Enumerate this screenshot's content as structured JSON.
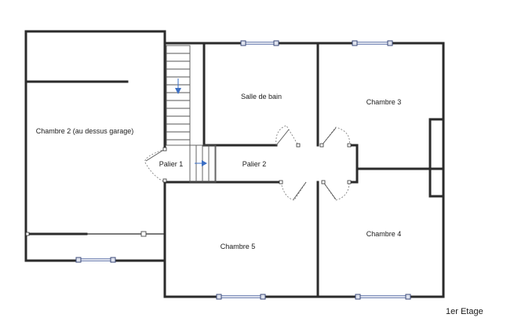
{
  "plan": {
    "rooms": {
      "chambre2": "Chambre 2 (au dessus garage)",
      "salle_de_bain": "Salle de bain",
      "chambre3": "Chambre 3",
      "palier1": "Palier 1",
      "palier2": "Palier 2",
      "chambre5": "Chambre 5",
      "chambre4": "Chambre 4"
    },
    "floor_label": "1er Etage",
    "colors": {
      "wall": "#2b2b2b",
      "window": "#6b7fb0",
      "arrow": "#3b6fc4"
    }
  }
}
